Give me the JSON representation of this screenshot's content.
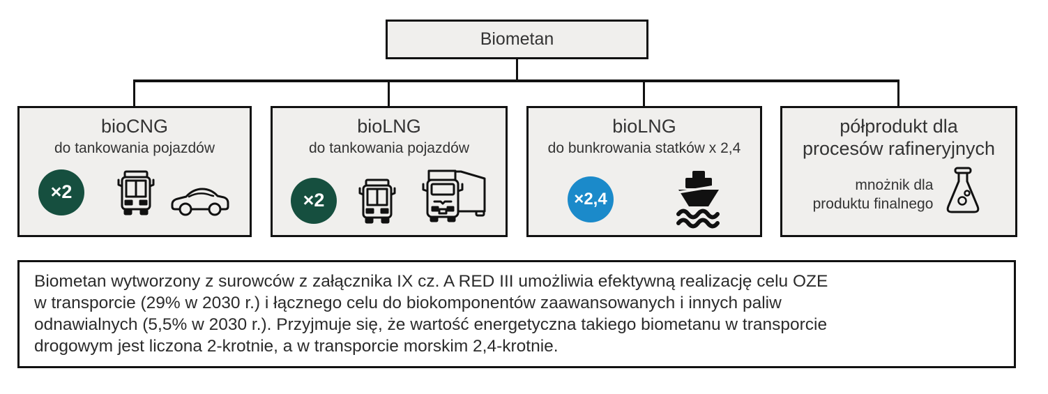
{
  "colors": {
    "box_fill": "#f0efed",
    "border": "#111111",
    "multiplier_green": "#164f3f",
    "multiplier_blue": "#1b8aca",
    "text": "#333333"
  },
  "root": {
    "label": "Biometan"
  },
  "branches": [
    {
      "title": "bioCNG",
      "subtitle": "do tankowania pojazdów",
      "badge": "×2",
      "badge_color": "#164f3f",
      "icons": [
        "multiplier-badge",
        "bus-icon",
        "car-icon"
      ]
    },
    {
      "title": "bioLNG",
      "subtitle": "do tankowania pojazdów",
      "badge": "×2",
      "badge_color": "#164f3f",
      "icons": [
        "multiplier-badge",
        "bus-icon",
        "truck-icon"
      ]
    },
    {
      "title": "bioLNG",
      "subtitle": "do bunkrowania statków x 2,4",
      "badge": "×2,4",
      "badge_color": "#1b8aca",
      "icons": [
        "multiplier-badge",
        "ship-icon"
      ]
    },
    {
      "title_line1": "półprodukt dla",
      "title_line2": "procesów rafineryjnych",
      "note_line1": "mnożnik dla",
      "note_line2": "produktu finalnego",
      "icons": [
        "flask-icon"
      ]
    }
  ],
  "footnote": {
    "line1": "Biometan wytworzony z surowców z załącznika IX cz. A RED III umożliwia efektywną realizację celu OZE",
    "line2": "w transporcie (29% w 2030 r.) i łącznego celu do biokomponentów zaawansowanych i innych paliw",
    "line3": "odnawialnych (5,5% w 2030 r.). Przyjmuje się, że wartość energetyczna takiego biometanu w transporcie",
    "line4": "drogowym jest liczona 2-krotnie, a w transporcie morskim 2,4-krotnie."
  }
}
